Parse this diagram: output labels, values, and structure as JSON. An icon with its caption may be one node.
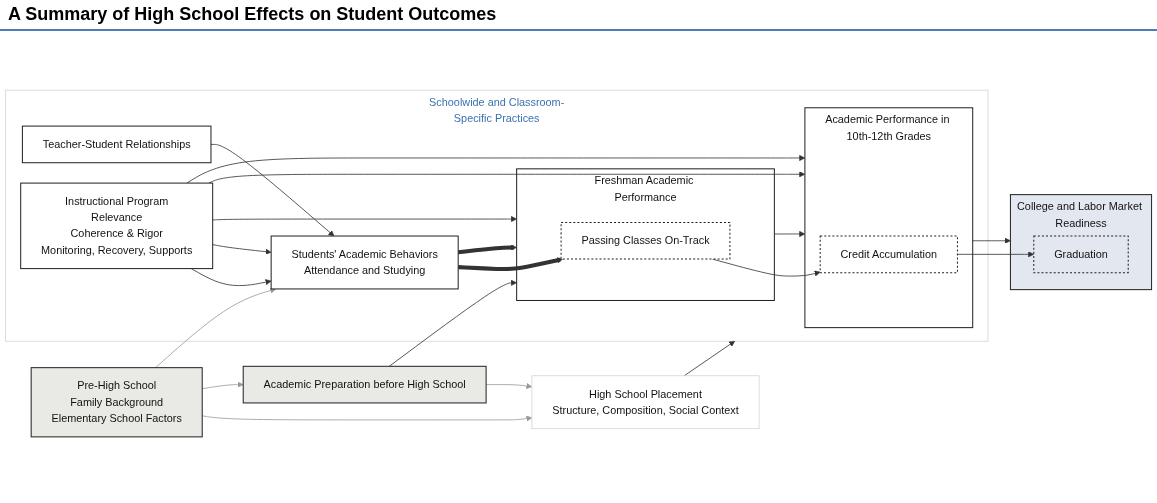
{
  "diagram": {
    "title": "A Summary of High School Effects on Student Outcomes",
    "nodes": [
      {
        "text": [
          "High School Placement",
          "Structure, Composition, Social Context"
        ]
      },
      {
        "text": [
          "Schoolwide and Classroom-Specific Practices"
        ]
      },
      {
        "text": [
          "Pre-High School",
          "Family Background",
          "Elementary School Factors"
        ]
      },
      {
        "text": [
          "Academic Preparation before High School"
        ]
      },
      {
        "text": [
          "Teacher-Student Relationships"
        ],
        "in": 1
      },
      {
        "text": [
          "Instructional Program",
          "Relevance",
          "Coherence & Rigor",
          "Monitoring, Recovery, Supports"
        ],
        "in": 1
      },
      {
        "text": [
          "Students' Academic Behaviors",
          "Attendance and Studying"
        ],
        "in": 1
      },
      {
        "text": [
          "Freshman Academic Performance"
        ],
        "in": 1
      },
      {
        "text": [
          "Passing Classes On-Track"
        ],
        "in": 7
      },
      {
        "text": [
          "Academic Performance in 10th-12th Grades"
        ],
        "in": 1
      },
      {
        "text": [
          "Credit Accumulation"
        ],
        "in": 9
      },
      {
        "text": [
          "College and Labor Market Readiness"
        ]
      },
      {
        "text": [
          "Graduation"
        ],
        "in": 11
      }
    ],
    "edges": [
      {
        "from": 2,
        "to": 0,
        "arrow": "to",
        "color": "#999999"
      },
      {
        "from": 3,
        "to": 0,
        "arrow": "to",
        "color": "#999999"
      },
      {
        "from": 2,
        "to": 3,
        "arrow": "to",
        "color": "#999999"
      },
      {
        "from": 2,
        "to": 6,
        "arrow": "to",
        "color": "#999999"
      },
      {
        "from": 0,
        "to": 1,
        "arrow": "to"
      },
      {
        "from": 3,
        "to": 7,
        "arrow": "to"
      },
      {
        "from": 4,
        "to": 6,
        "arrow": "to"
      },
      {
        "from": 5,
        "to": 6,
        "arrow": "to"
      },
      {
        "from": 5,
        "to": 6,
        "arrow": "to"
      },
      {
        "from": 5,
        "to": 7,
        "arrow": "to"
      },
      {
        "from": 5,
        "to": 9,
        "arrow": "to"
      },
      {
        "from": 5,
        "to": 9,
        "arrow": "to"
      },
      {
        "from": 6,
        "to": 7,
        "arrow": "to",
        "style": "thick"
      },
      {
        "from": 6,
        "to": 8,
        "arrow": "to",
        "style": "thick"
      },
      {
        "from": 7,
        "to": 9,
        "arrow": "to"
      },
      {
        "from": 8,
        "to": 10,
        "arrow": "to"
      },
      {
        "from": 9,
        "to": 11,
        "arrow": "to"
      },
      {
        "from": 10,
        "to": 12,
        "arrow": "to"
      }
    ]
  }
}
